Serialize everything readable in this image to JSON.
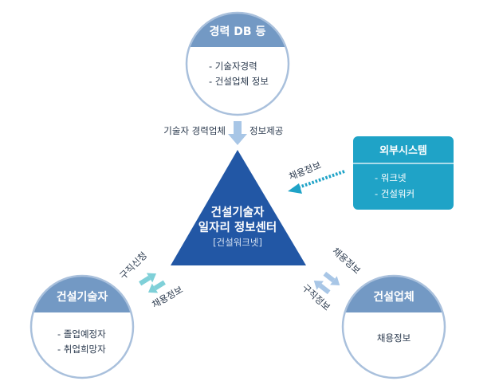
{
  "top_circle": {
    "title": "경력 DB 등",
    "items": [
      "- 기술자경력",
      "- 건설업체 정보"
    ]
  },
  "top_arrow": {
    "label_left": "기술자 경력업체",
    "label_right": "정보제공"
  },
  "center": {
    "line1": "건설기술자",
    "line2": "일자리 정보센터",
    "line3": "[건설워크넷]"
  },
  "external": {
    "title": "외부시스템",
    "items": [
      "- 워크넷",
      "- 건설워커"
    ],
    "arrow_label": "채용정보"
  },
  "left_circle": {
    "title": "건설기술자",
    "items": [
      "- 졸업예정자",
      "- 취업희망자"
    ]
  },
  "right_circle": {
    "title": "건설업체",
    "body": "채용정보"
  },
  "left_exchange": {
    "up_label": "구직신청",
    "down_label": "채용정보"
  },
  "right_exchange": {
    "up_label": "채용정보",
    "down_label": "구직정보"
  },
  "colors": {
    "circle_header": "#7399c4",
    "circle_border": "#a9c0dc",
    "triangle": "#2257a5",
    "external_box": "#1fa3c7",
    "arrow_light": "#a8c6e6",
    "arrow_teal": "#7fd0d8",
    "text_dark": "#2b3a4e"
  }
}
